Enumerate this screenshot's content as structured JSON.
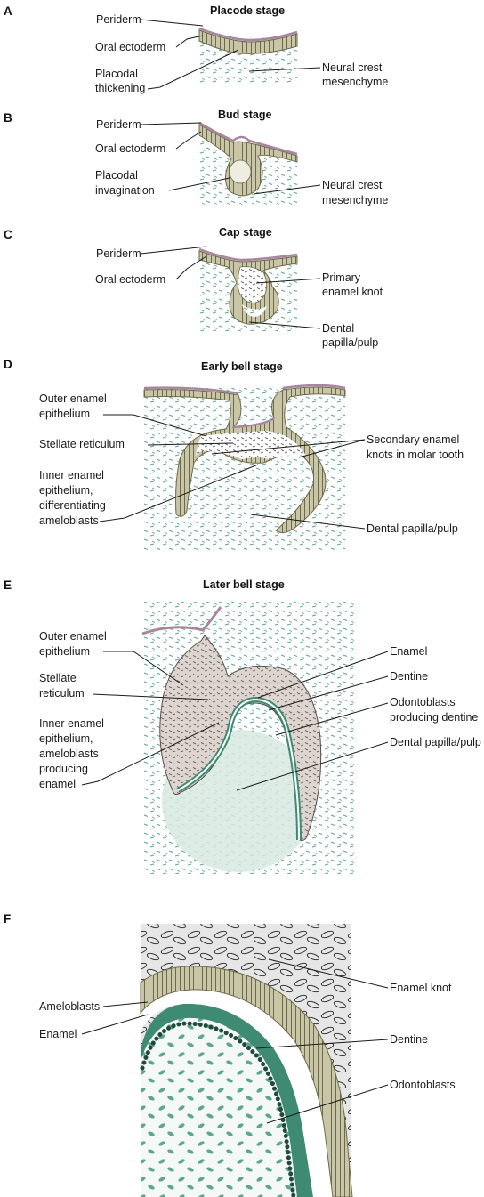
{
  "colors": {
    "mesenchyme": "#5fa692",
    "mesenchyme_bg": "#e6f1ec",
    "epithelium": "#8d8a66",
    "epithelium_light": "#c9c6a7",
    "periderm": "#a9869e",
    "dentine": "#3f8a72",
    "stellate": "#d9d1cc",
    "line": "#1a1a1a"
  },
  "panels": {
    "A": {
      "letter": "A",
      "title": "Placode stage",
      "labels": {
        "periderm": "Periderm",
        "oral_ectoderm": "Oral ectoderm",
        "placodal_1": "Placodal",
        "placodal_2": "thickening",
        "neural_1": "Neural crest",
        "neural_2": "mesenchyme"
      }
    },
    "B": {
      "letter": "B",
      "title": "Bud stage",
      "labels": {
        "periderm": "Periderm",
        "oral_ectoderm": "Oral ectoderm",
        "placodal_1": "Placodal",
        "placodal_2": "invagination",
        "neural_1": "Neural crest",
        "neural_2": "mesenchyme"
      }
    },
    "C": {
      "letter": "C",
      "title": "Cap stage",
      "labels": {
        "periderm": "Periderm",
        "oral_ectoderm": "Oral ectoderm",
        "knot_1": "Primary",
        "knot_2": "enamel knot",
        "papilla_1": "Dental",
        "papilla_2": "papilla/pulp"
      }
    },
    "D": {
      "letter": "D",
      "title": "Early bell stage",
      "labels": {
        "outer_1": "Outer enamel",
        "outer_2": "epithelium",
        "stellate": "Stellate reticulum",
        "inner_1": "Inner enamel",
        "inner_2": "epithelium,",
        "inner_3": "differentiating",
        "inner_4": "ameloblasts",
        "secondary_1": "Secondary enamel",
        "secondary_2": "knots in molar tooth",
        "papilla": "Dental papilla/pulp"
      }
    },
    "E": {
      "letter": "E",
      "title": "Later bell stage",
      "labels": {
        "outer_1": "Outer enamel",
        "outer_2": "epithelium",
        "stellate_1": "Stellate",
        "stellate_2": "reticulum",
        "inner_1": "Inner enamel",
        "inner_2": "epithelium,",
        "inner_3": "ameloblasts",
        "inner_4": "producing",
        "inner_5": "enamel",
        "enamel": "Enamel",
        "dentine": "Dentine",
        "odonto_1": "Odontoblasts",
        "odonto_2": "producing dentine",
        "papilla": "Dental papilla/pulp"
      }
    },
    "F": {
      "letter": "F",
      "title": "",
      "labels": {
        "ameloblasts": "Ameloblasts",
        "enamel": "Enamel",
        "enamel_knot": "Enamel knot",
        "dentine": "Dentine",
        "odontoblasts": "Odontoblasts"
      }
    }
  }
}
